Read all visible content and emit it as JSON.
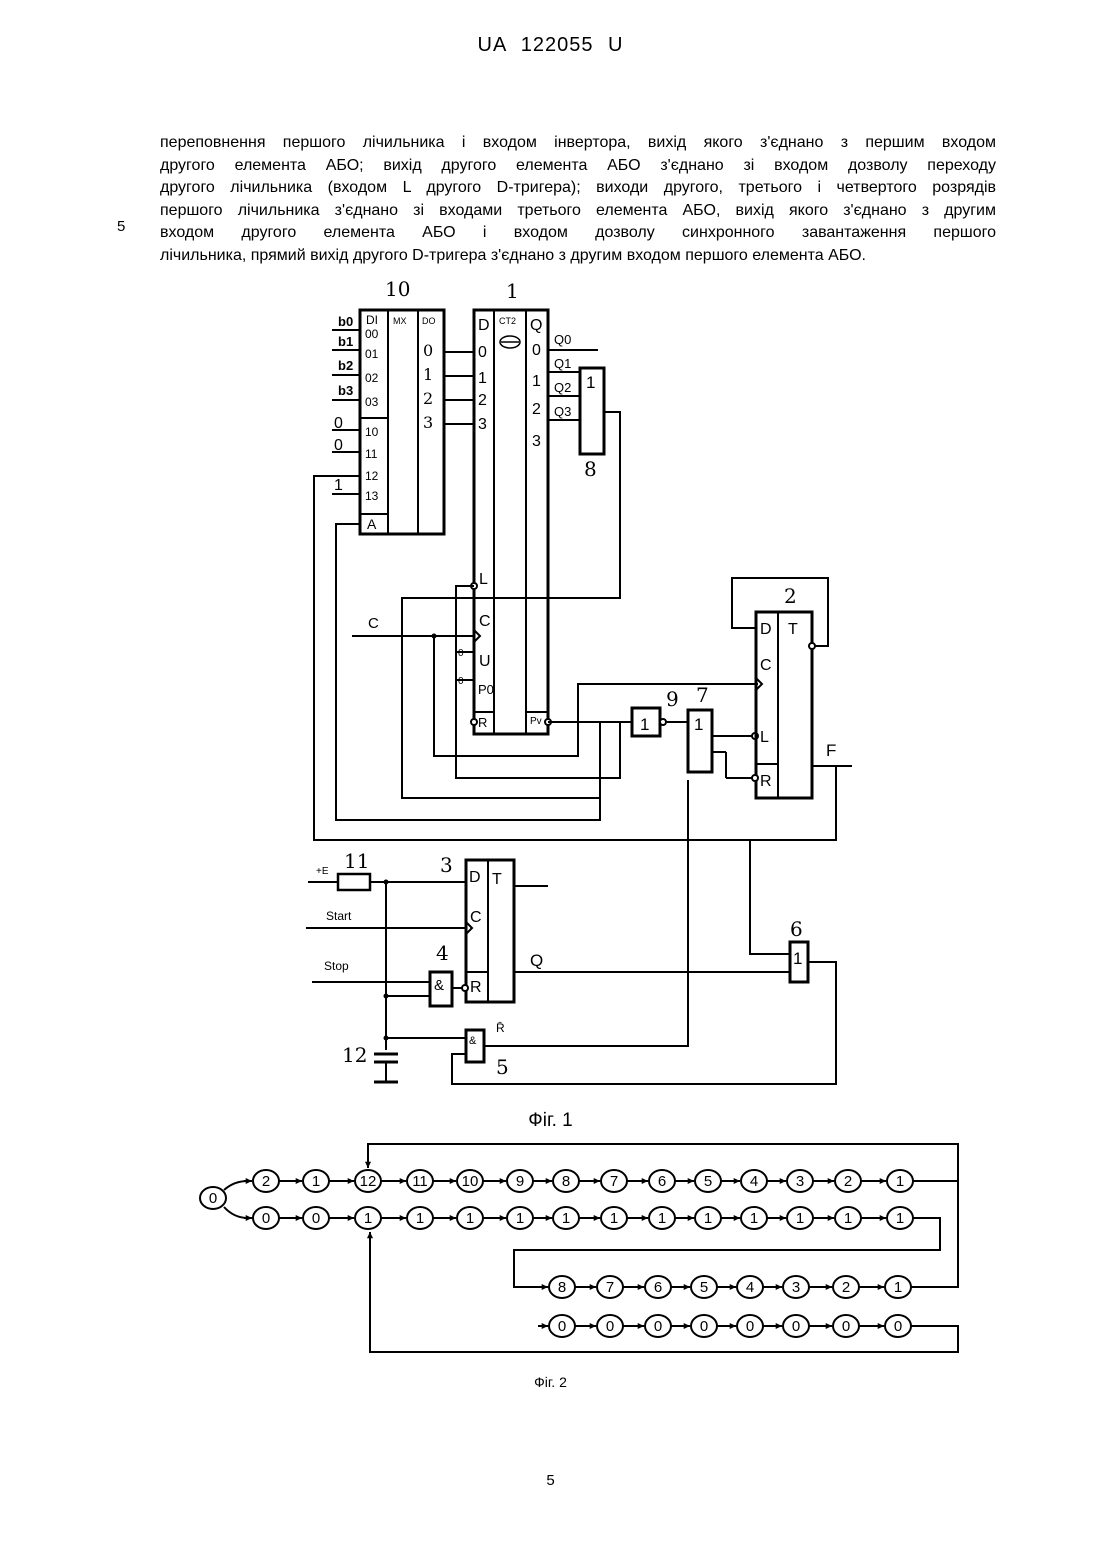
{
  "header": "UA 122055 U",
  "paragraph_lines": [
    "переповнення першого лічильника і входом інвертора, вихід якого з'єднано з першим входом",
    "другого елемента АБО; вихід другого елемента АБО з'єднано зі входом дозволу переходу",
    "другого лічильника (входом L другого D-тригера); виходи другого, третього і четвертого розрядів",
    "першого лічильника з'єднано зі входами третього елемента АБО, вихід якого з'єднано з другим",
    "входом другого елемента АБО і входом дозволу синхронного завантаження першого",
    "лічильника, прямий вихід другого D-тригера з'єднано з другим входом першого елемента АБО."
  ],
  "line_number": "5",
  "fig1": {
    "caption": "Фіг. 1",
    "block_numbers": {
      "mux": "10",
      "counter": "1",
      "trig2": "2",
      "trig3": "3",
      "and4": "4",
      "and5": "5",
      "or6": "6",
      "or7": "7",
      "or8": "8",
      "inv9": "9",
      "res11": "11",
      "cap12": "12"
    },
    "mux": {
      "di": "DI",
      "mx": "MX",
      "do": "DO",
      "in0": [
        "00",
        "01",
        "02",
        "03"
      ],
      "in1": [
        "10",
        "11",
        "12",
        "13"
      ],
      "addr": "A",
      "outs": [
        "0",
        "1",
        "2",
        "3"
      ]
    },
    "mux_inputs": [
      "b0",
      "b1",
      "b2",
      "b3"
    ],
    "mux_consts": [
      "0",
      "0",
      "1"
    ],
    "counter": {
      "d": "D",
      "ct": "CT2",
      "q": "Q",
      "din": [
        "0",
        "1",
        "2",
        "3"
      ],
      "qout": [
        "0",
        "1",
        "2",
        "3"
      ],
      "l": "L",
      "c": "C",
      "u": "U",
      "p0": "P0",
      "r": "R",
      "pv": "Pv"
    },
    "q_labels": [
      "Q0",
      "Q1",
      "Q2",
      "Q3"
    ],
    "signals": {
      "c": "C",
      "f": "F",
      "e": "+E",
      "start": "Start",
      "stop": "Stop",
      "q": "Q",
      "rbar": "R̄",
      "zero": "0"
    },
    "trig2": {
      "d": "D",
      "t": "T",
      "c": "C",
      "l": "L",
      "r": "R"
    },
    "trig3": {
      "d": "D",
      "t": "T",
      "c": "C",
      "r": "R"
    },
    "gate_symbols": {
      "or": "1",
      "and": "&"
    }
  },
  "fig2": {
    "caption": "Фіг. 2",
    "start": "0",
    "row1": [
      "2",
      "1",
      "12",
      "11",
      "10",
      "9",
      "8",
      "7",
      "6",
      "5",
      "4",
      "3",
      "2",
      "1"
    ],
    "row2": [
      "0",
      "0",
      "1",
      "1",
      "1",
      "1",
      "1",
      "1",
      "1",
      "1",
      "1",
      "1",
      "1",
      "1"
    ],
    "row3": [
      "8",
      "7",
      "6",
      "5",
      "4",
      "3",
      "2",
      "1"
    ],
    "row4": [
      "0",
      "0",
      "0",
      "0",
      "0",
      "0",
      "0",
      "0"
    ]
  },
  "page_number": "5"
}
